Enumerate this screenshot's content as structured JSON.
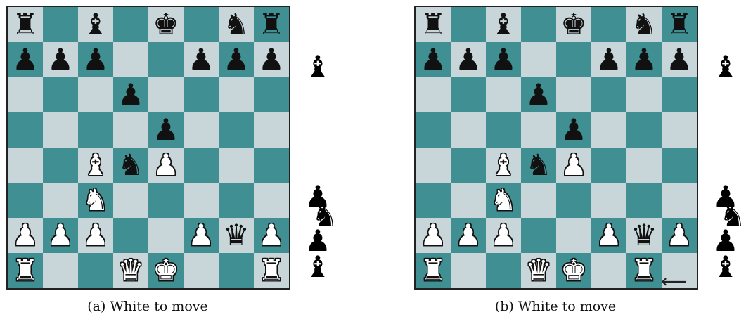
{
  "colors": {
    "light_square": "#c9d6d9",
    "dark_square": "#3f8f93"
  },
  "boards": [
    {
      "caption": "(a)  White to move",
      "pieces": [
        {
          "sq": "a8",
          "p": "r"
        },
        {
          "sq": "c8",
          "p": "b"
        },
        {
          "sq": "e8",
          "p": "k"
        },
        {
          "sq": "g8",
          "p": "n"
        },
        {
          "sq": "h8",
          "p": "r"
        },
        {
          "sq": "a7",
          "p": "p"
        },
        {
          "sq": "b7",
          "p": "p"
        },
        {
          "sq": "c7",
          "p": "p"
        },
        {
          "sq": "f7",
          "p": "p"
        },
        {
          "sq": "g7",
          "p": "p"
        },
        {
          "sq": "h7",
          "p": "p"
        },
        {
          "sq": "d6",
          "p": "p"
        },
        {
          "sq": "e5",
          "p": "p"
        },
        {
          "sq": "c4",
          "p": "B"
        },
        {
          "sq": "d4",
          "p": "n"
        },
        {
          "sq": "e4",
          "p": "P"
        },
        {
          "sq": "c3",
          "p": "N"
        },
        {
          "sq": "a2",
          "p": "P"
        },
        {
          "sq": "b2",
          "p": "P"
        },
        {
          "sq": "c2",
          "p": "P"
        },
        {
          "sq": "f2",
          "p": "P"
        },
        {
          "sq": "g2",
          "p": "q"
        },
        {
          "sq": "h2",
          "p": "P"
        },
        {
          "sq": "a1",
          "p": "R"
        },
        {
          "sq": "d1",
          "p": "Q"
        },
        {
          "sq": "e1",
          "p": "K"
        },
        {
          "sq": "h1",
          "p": "R"
        }
      ],
      "captured_black": [
        "b"
      ],
      "captured_white": [
        "P",
        "N",
        "P",
        "B"
      ]
    },
    {
      "caption": "(b)  White to move",
      "pieces": [
        {
          "sq": "a8",
          "p": "r"
        },
        {
          "sq": "c8",
          "p": "b"
        },
        {
          "sq": "e8",
          "p": "k"
        },
        {
          "sq": "g8",
          "p": "n"
        },
        {
          "sq": "h8",
          "p": "r"
        },
        {
          "sq": "a7",
          "p": "p"
        },
        {
          "sq": "b7",
          "p": "p"
        },
        {
          "sq": "c7",
          "p": "p"
        },
        {
          "sq": "f7",
          "p": "p"
        },
        {
          "sq": "g7",
          "p": "p"
        },
        {
          "sq": "h7",
          "p": "p"
        },
        {
          "sq": "d6",
          "p": "p"
        },
        {
          "sq": "e5",
          "p": "p"
        },
        {
          "sq": "c4",
          "p": "B"
        },
        {
          "sq": "d4",
          "p": "n"
        },
        {
          "sq": "e4",
          "p": "P"
        },
        {
          "sq": "c3",
          "p": "N"
        },
        {
          "sq": "a2",
          "p": "P"
        },
        {
          "sq": "b2",
          "p": "P"
        },
        {
          "sq": "c2",
          "p": "P"
        },
        {
          "sq": "f2",
          "p": "P"
        },
        {
          "sq": "g2",
          "p": "q"
        },
        {
          "sq": "h2",
          "p": "P"
        },
        {
          "sq": "a1",
          "p": "R"
        },
        {
          "sq": "d1",
          "p": "Q"
        },
        {
          "sq": "e1",
          "p": "K"
        },
        {
          "sq": "g1",
          "p": "R"
        }
      ],
      "captured_black": [
        "b"
      ],
      "captured_white": [
        "P",
        "N",
        "P",
        "B"
      ],
      "arrow": "⟵"
    }
  ]
}
